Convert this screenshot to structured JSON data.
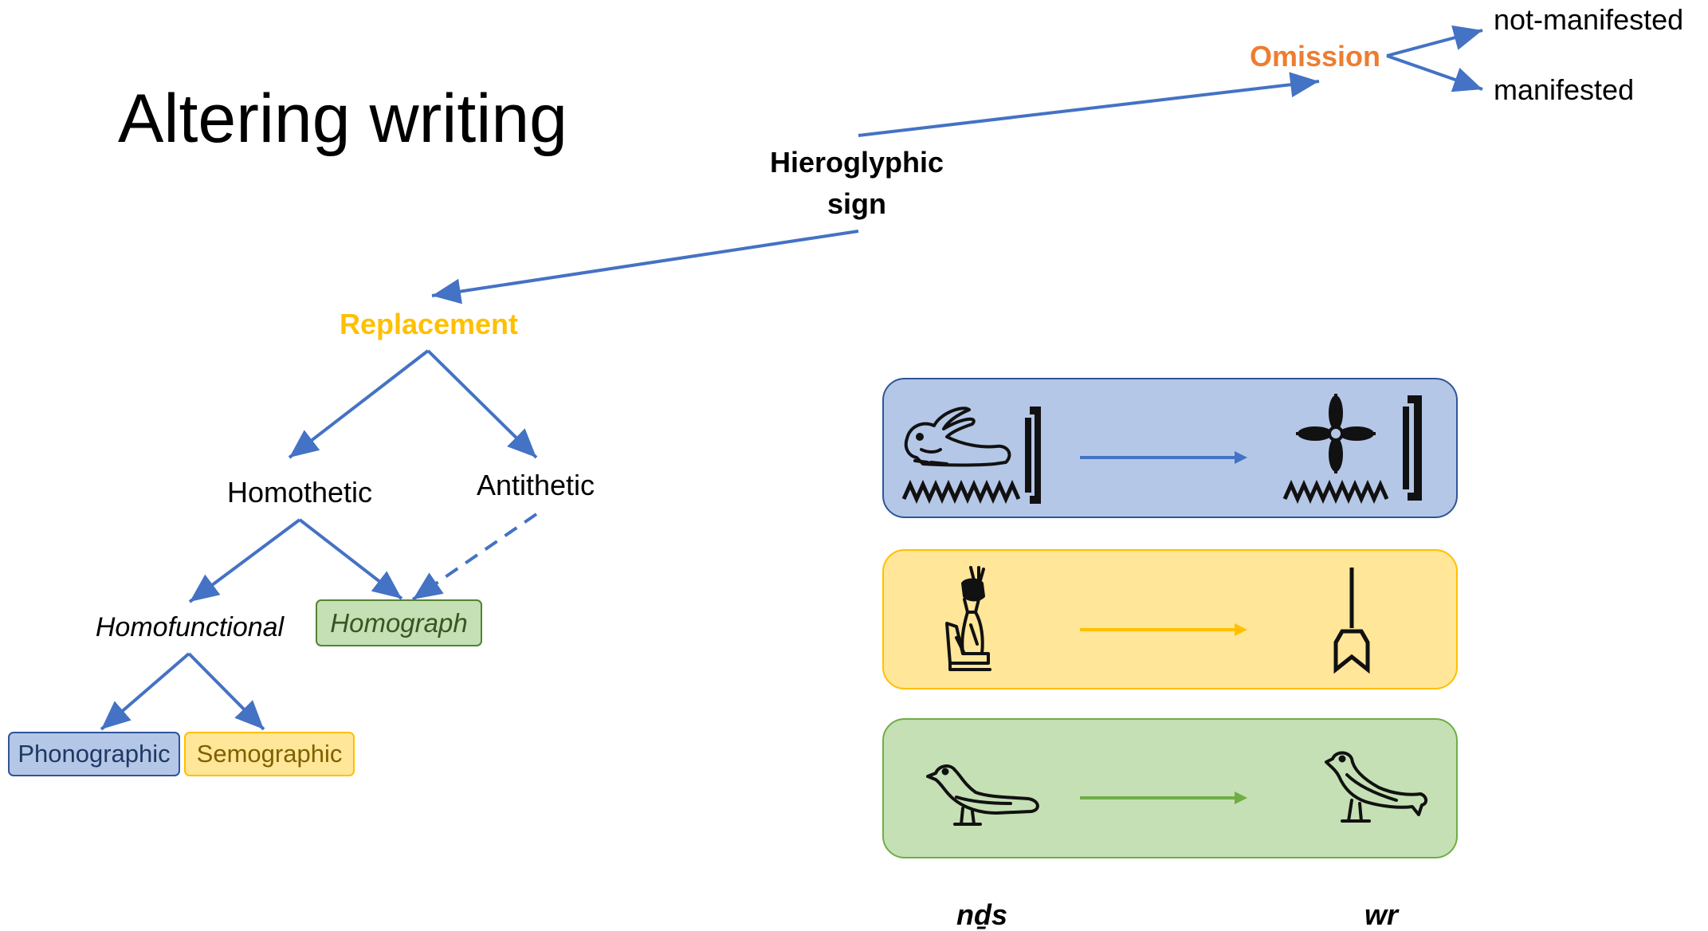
{
  "title": "Altering writing",
  "nodes": {
    "root": {
      "line1": "Hieroglyphic",
      "line2": "sign"
    },
    "omission": "Omission",
    "not_manifested": "not-manifested",
    "manifested": "manifested",
    "replacement": "Replacement",
    "homothetic": "Homothetic",
    "antithetic": "Antithetic",
    "homofunctional": "Homofunctional",
    "homograph": "Homograph",
    "phonographic": "Phonographic",
    "semographic": "Semographic"
  },
  "panels": [
    {
      "id": "phonographic-example",
      "color": "#b4c7e7",
      "border": "#2f5597",
      "arrow_color": "#4472c4",
      "from_glyph": "hare-sign-icon",
      "to_glyph": "quatrefoil-sign-icon"
    },
    {
      "id": "semographic-example",
      "color": "#ffe699",
      "border": "#ffc000",
      "arrow_color": "#ffc000",
      "from_glyph": "seated-god-sign-icon",
      "to_glyph": "standard-sign-icon"
    },
    {
      "id": "homograph-example",
      "color": "#c5e0b4",
      "border": "#70ad47",
      "arrow_color": "#70ad47",
      "from_glyph": "sparrow-sign-icon",
      "to_glyph": "swallow-sign-icon"
    }
  ],
  "transliterations": {
    "left": "nḏs",
    "right": "wr"
  },
  "colors": {
    "arrow": "#4472c4",
    "omission": "#ed7d31",
    "replacement": "#ffc000",
    "homograph_fill": "#c5e0b4",
    "homograph_border": "#548235",
    "homograph_text": "#375623",
    "phonographic_fill": "#b4c7e7",
    "phonographic_border": "#2f5597",
    "phonographic_text": "#1f3864",
    "semographic_fill": "#ffe699",
    "semographic_border": "#ffc000",
    "semographic_text": "#7f6000"
  }
}
